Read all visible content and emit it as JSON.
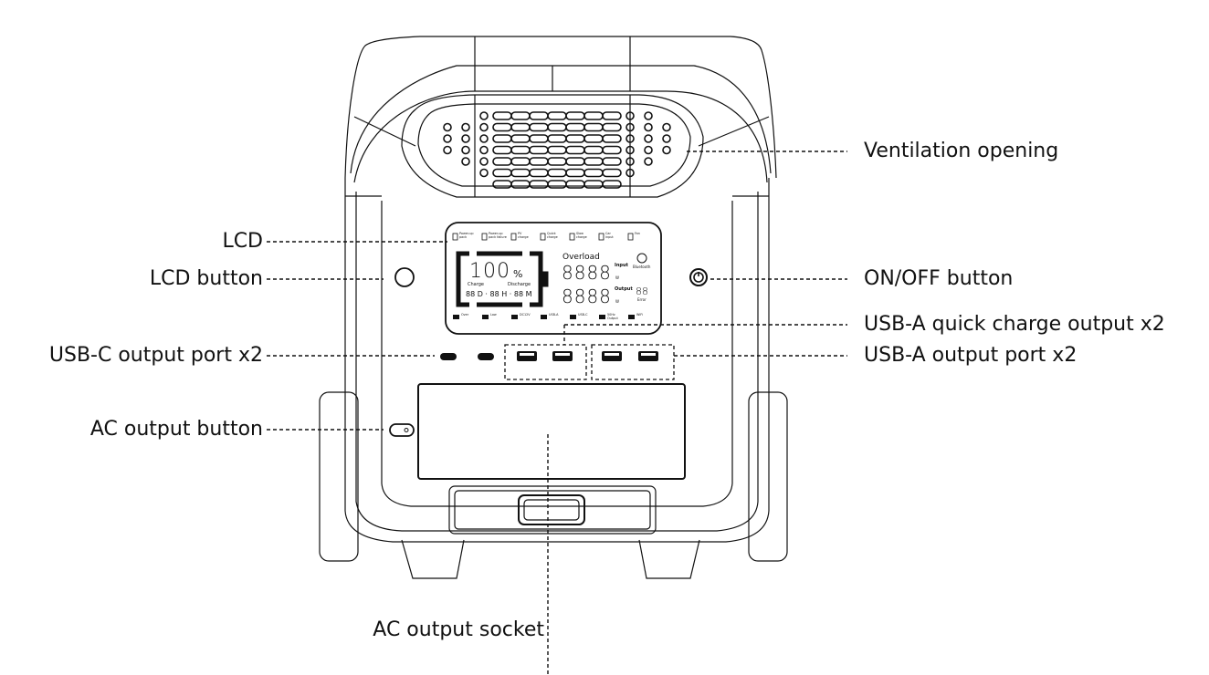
{
  "diagram": {
    "title": "Portable power station front panel",
    "callouts_left": [
      {
        "id": "lcd",
        "label": "LCD"
      },
      {
        "id": "lcd-button",
        "label": "LCD button"
      },
      {
        "id": "usbc",
        "label": "USB-C output port x2"
      },
      {
        "id": "ac-button",
        "label": "AC output button"
      }
    ],
    "callouts_right": [
      {
        "id": "vent",
        "label": "Ventilation opening"
      },
      {
        "id": "power",
        "label": "ON/OFF button"
      },
      {
        "id": "usba-qc",
        "label": "USB-A quick charge output x2"
      },
      {
        "id": "usba",
        "label": "USB-A output port x2"
      }
    ],
    "callout_bottom": {
      "id": "ac-socket",
      "label": "AC output socket"
    }
  },
  "lcd": {
    "top_icons": [
      {
        "icon": "power-up-pack-icon",
        "label": "Power-up pack"
      },
      {
        "icon": "power-up-pack-failure-icon",
        "label": "Power-up pack failure"
      },
      {
        "icon": "pv-charge-icon",
        "label": "PV charge"
      },
      {
        "icon": "quick-charge-icon",
        "label": "Quick charge"
      },
      {
        "icon": "slow-charge-icon",
        "label": "Slow charge"
      },
      {
        "icon": "car-input-icon",
        "label": "Car input"
      },
      {
        "icon": "fan-icon",
        "label": "Fan"
      }
    ],
    "battery_percent": "100",
    "percent_sign": "%",
    "charge_label": "Charge",
    "discharge_label": "Discharge",
    "time_readout": "88 D · 88 H · 88 M",
    "overload_label": "Overload",
    "input_label": "Input",
    "output_label": "Output",
    "input_value": "8888",
    "output_value": "8888",
    "unit_w": "W",
    "bluetooth_label": "Bluetooth",
    "error_value": "88",
    "error_label": "Error",
    "bottom_icons": [
      {
        "icon": "temp-over-icon",
        "label": "Over"
      },
      {
        "icon": "temp-low-icon",
        "label": "Low"
      },
      {
        "icon": "dc12v-icon",
        "label": "DC12V"
      },
      {
        "icon": "usb-a-icon",
        "label": "USB-A"
      },
      {
        "icon": "usb-c-icon",
        "label": "USB-C"
      },
      {
        "icon": "ac-50hz-icon",
        "label": "50Hz Output"
      },
      {
        "icon": "wifi-icon",
        "label": "WiFi"
      }
    ]
  }
}
